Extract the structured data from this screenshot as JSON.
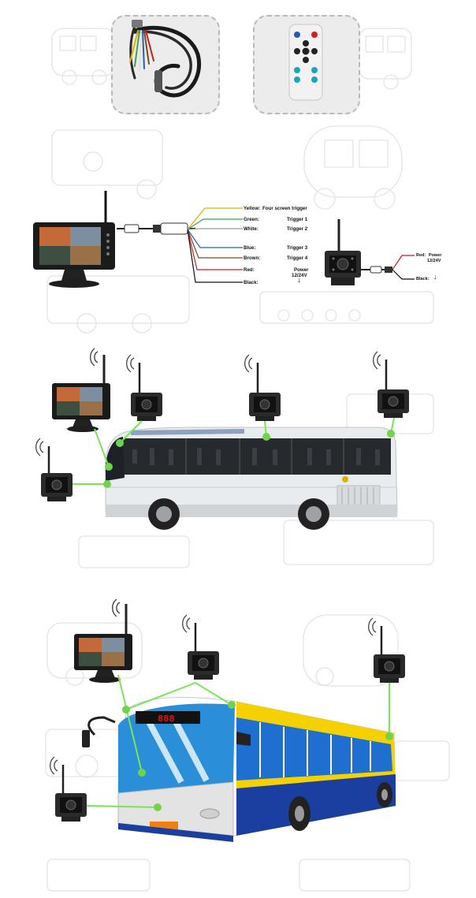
{
  "colors": {
    "wire_yellow": "#d9b400",
    "wire_green": "#3ea34a",
    "wire_white": "#cfcfcf",
    "wire_blue": "#2b5fb0",
    "wire_brown": "#7a4a24",
    "wire_red": "#c81e1e",
    "wire_black": "#111111",
    "link_green": "#7be35a",
    "bus_white": "#e9ecef",
    "bus_yellow": "#f6d100",
    "bus_blue": "#1a3fa0",
    "display_red": "#e01010"
  },
  "icons": {
    "arrow_down": "↓"
  },
  "monitor_wiring": {
    "wires": [
      {
        "color": "Yellow:",
        "function": "Four screen trigger"
      },
      {
        "color": "Green:",
        "function": "Trigger 1"
      },
      {
        "color": "White:",
        "function": "Trigger 2"
      },
      {
        "color": "Blue:",
        "function": "Trigger 3"
      },
      {
        "color": "Brown:",
        "function": "Trigger 4"
      },
      {
        "color": "Red:",
        "function": "Power"
      },
      {
        "color": "Black:",
        "function": ""
      }
    ],
    "power_voltage": "12/24V"
  },
  "camera_wiring": {
    "red_label": "Red:",
    "red_function": "Power",
    "red_voltage": "12/24V",
    "black_label": "Black:"
  },
  "front_display": "888"
}
